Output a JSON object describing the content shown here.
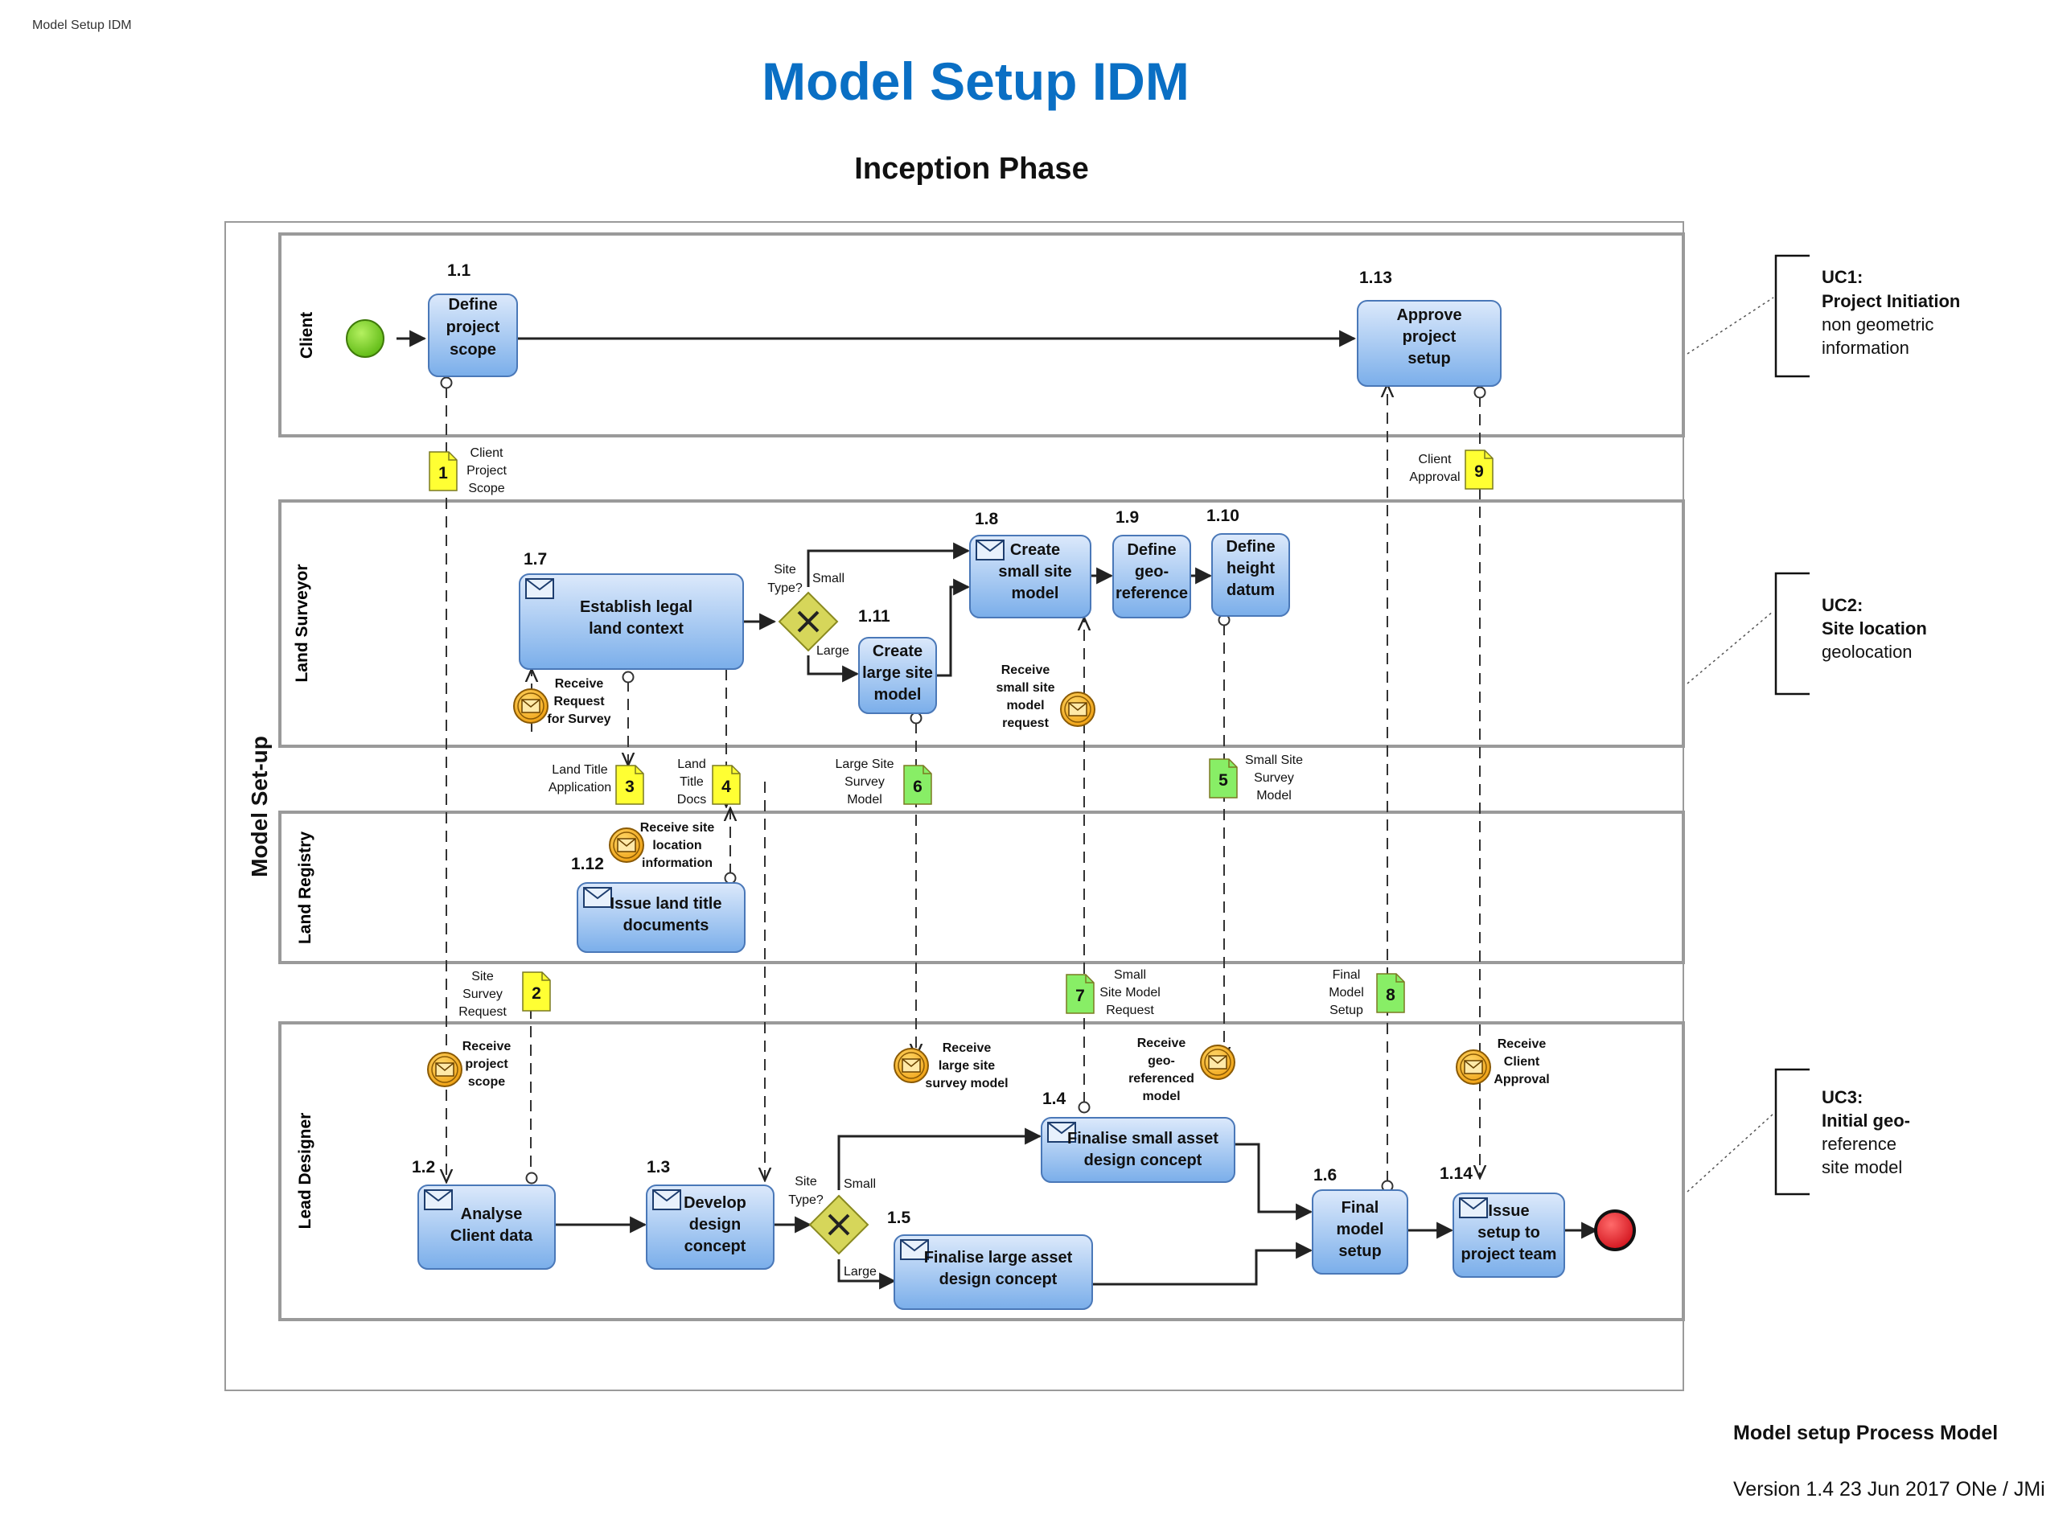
{
  "header": {
    "corner_label": "Model Setup IDM",
    "title": "Model Setup IDM",
    "subtitle": "Inception Phase"
  },
  "pool": {
    "label": "Model Set-up"
  },
  "lanes": [
    {
      "id": "client",
      "label": "Client"
    },
    {
      "id": "surveyor",
      "label": "Land Surveyor"
    },
    {
      "id": "registry",
      "label": "Land Registry"
    },
    {
      "id": "designer",
      "label": "Lead Designer"
    }
  ],
  "tasks": [
    {
      "id": "t1_1",
      "num": "1.1",
      "lines": [
        "Define",
        "project",
        "scope"
      ],
      "msg": false
    },
    {
      "id": "t1_13",
      "num": "1.13",
      "lines": [
        "Approve",
        "project",
        "setup"
      ],
      "msg": false
    },
    {
      "id": "t1_7",
      "num": "1.7",
      "lines": [
        "Establish legal",
        "land context"
      ],
      "msg": true
    },
    {
      "id": "t1_11",
      "num": "1.11",
      "lines": [
        "Create",
        "large site",
        "model"
      ],
      "msg": false
    },
    {
      "id": "t1_8",
      "num": "1.8",
      "lines": [
        "Create",
        "small site",
        "model"
      ],
      "msg": true
    },
    {
      "id": "t1_9",
      "num": "1.9",
      "lines": [
        "Define",
        "geo-",
        "reference"
      ],
      "msg": false
    },
    {
      "id": "t1_10",
      "num": "1.10",
      "lines": [
        "Define",
        "height",
        "datum"
      ],
      "msg": false
    },
    {
      "id": "t1_12",
      "num": "1.12",
      "lines": [
        "Issue land title",
        "documents"
      ],
      "msg": true
    },
    {
      "id": "t1_2",
      "num": "1.2",
      "lines": [
        "Analyse",
        "Client data"
      ],
      "msg": true
    },
    {
      "id": "t1_3",
      "num": "1.3",
      "lines": [
        "Develop",
        "design",
        "concept"
      ],
      "msg": true
    },
    {
      "id": "t1_4",
      "num": "1.4",
      "lines": [
        "Finalise small asset",
        "design concept"
      ],
      "msg": true
    },
    {
      "id": "t1_5",
      "num": "1.5",
      "lines": [
        "Finalise large asset",
        "design concept"
      ],
      "msg": true
    },
    {
      "id": "t1_6",
      "num": "1.6",
      "lines": [
        "Final",
        "model",
        "setup"
      ],
      "msg": false
    },
    {
      "id": "t1_14",
      "num": "1.14",
      "lines": [
        "Issue",
        "setup to",
        "project team"
      ],
      "msg": true
    }
  ],
  "gateways": [
    {
      "id": "g1",
      "label_lines": [
        "Site",
        "Type?"
      ],
      "small": "Small",
      "large": "Large"
    },
    {
      "id": "g2",
      "label_lines": [
        "Site",
        "Type?"
      ],
      "small": "Small",
      "large": "Large"
    }
  ],
  "events": [
    {
      "id": "e_req_survey",
      "lines": [
        "Receive",
        "Request",
        "for Survey"
      ]
    },
    {
      "id": "e_small_req",
      "lines": [
        "Receive",
        "small site",
        "model",
        "request"
      ]
    },
    {
      "id": "e_site_loc",
      "lines": [
        "Receive site",
        "location",
        "information"
      ]
    },
    {
      "id": "e_scope",
      "lines": [
        "Receive",
        "project",
        "scope"
      ]
    },
    {
      "id": "e_large_model",
      "lines": [
        "Receive",
        "large site",
        "survey model"
      ]
    },
    {
      "id": "e_georef",
      "lines": [
        "Receive",
        "geo-",
        "referenced",
        "model"
      ]
    },
    {
      "id": "e_approval",
      "lines": [
        "Receive",
        "Client",
        "Approval"
      ]
    }
  ],
  "exchanges": [
    {
      "id": "x1",
      "num": "1",
      "lines": [
        "Client",
        "Project",
        "Scope"
      ],
      "color": "#ffff33"
    },
    {
      "id": "x2",
      "num": "2",
      "lines": [
        "Site",
        "Survey",
        "Request"
      ],
      "color": "#ffff33"
    },
    {
      "id": "x3",
      "num": "3",
      "lines": [
        "Land Title",
        "Application"
      ],
      "color": "#ffff33"
    },
    {
      "id": "x4",
      "num": "4",
      "lines": [
        "Land",
        "Title",
        "Docs"
      ],
      "color": "#ffff33"
    },
    {
      "id": "x5",
      "num": "5",
      "lines": [
        "Small Site",
        "Survey",
        "Model"
      ],
      "color": "#88ee66"
    },
    {
      "id": "x6",
      "num": "6",
      "lines": [
        "Large Site",
        "Survey",
        "Model"
      ],
      "color": "#88ee66"
    },
    {
      "id": "x7",
      "num": "7",
      "lines": [
        "Small",
        "Site Model",
        "Request"
      ],
      "color": "#88ee66"
    },
    {
      "id": "x8",
      "num": "8",
      "lines": [
        "Final",
        "Model",
        "Setup"
      ],
      "color": "#88ee66"
    },
    {
      "id": "x9",
      "num": "9",
      "lines": [
        "Client",
        "Approval"
      ],
      "color": "#ffff33"
    }
  ],
  "use_cases": [
    {
      "id": "uc1",
      "lines": [
        "UC1:",
        "Project Initiation",
        "non geometric",
        "information"
      ]
    },
    {
      "id": "uc2",
      "lines": [
        "UC2:",
        "Site location",
        "geolocation"
      ]
    },
    {
      "id": "uc3",
      "lines": [
        "UC3:",
        "Initial geo-",
        "reference",
        "site model"
      ]
    }
  ],
  "footer": {
    "model_name": "Model setup Process Model",
    "version": "Version 1.4 23 Jun 2017 ONe / JMi"
  },
  "colors": {
    "title_blue": "#0a6fc4",
    "task_top": "#d8e8fb",
    "task_bottom": "#7fb2ec",
    "task_border": "#4a78b8",
    "event_fill": "#f4b836",
    "gateway_fill": "#d6d65a",
    "start_fill": "#7ed321",
    "end_fill": "#e8202a"
  }
}
